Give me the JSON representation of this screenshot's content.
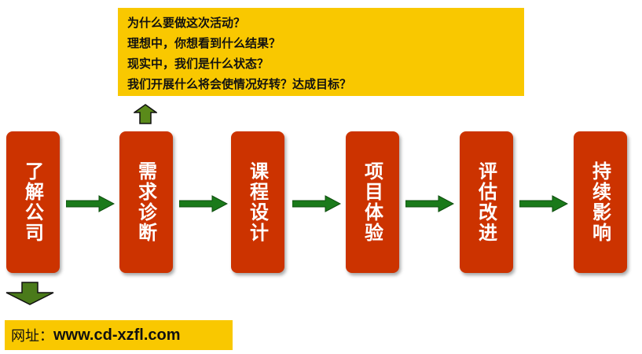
{
  "questions": [
    "为什么要做这次活动？",
    "理想中，你想看到什么结果？",
    "现实中，我们是什么状态？",
    "我们开展什么将会使情况好转？达成目标？"
  ],
  "steps": [
    {
      "label": "了解公司"
    },
    {
      "label": "需求诊断"
    },
    {
      "label": "课程设计"
    },
    {
      "label": "项目体验"
    },
    {
      "label": "评估改进"
    },
    {
      "label": "持续影响"
    }
  ],
  "website": {
    "label": "网址：",
    "url": "www.cd-xzfl.com"
  },
  "colors": {
    "step_fill": "#cc3300",
    "arrow_green": "#1a7a1a",
    "highlight_box": "#f9c800",
    "small_arrow": "#4a7a1a"
  }
}
